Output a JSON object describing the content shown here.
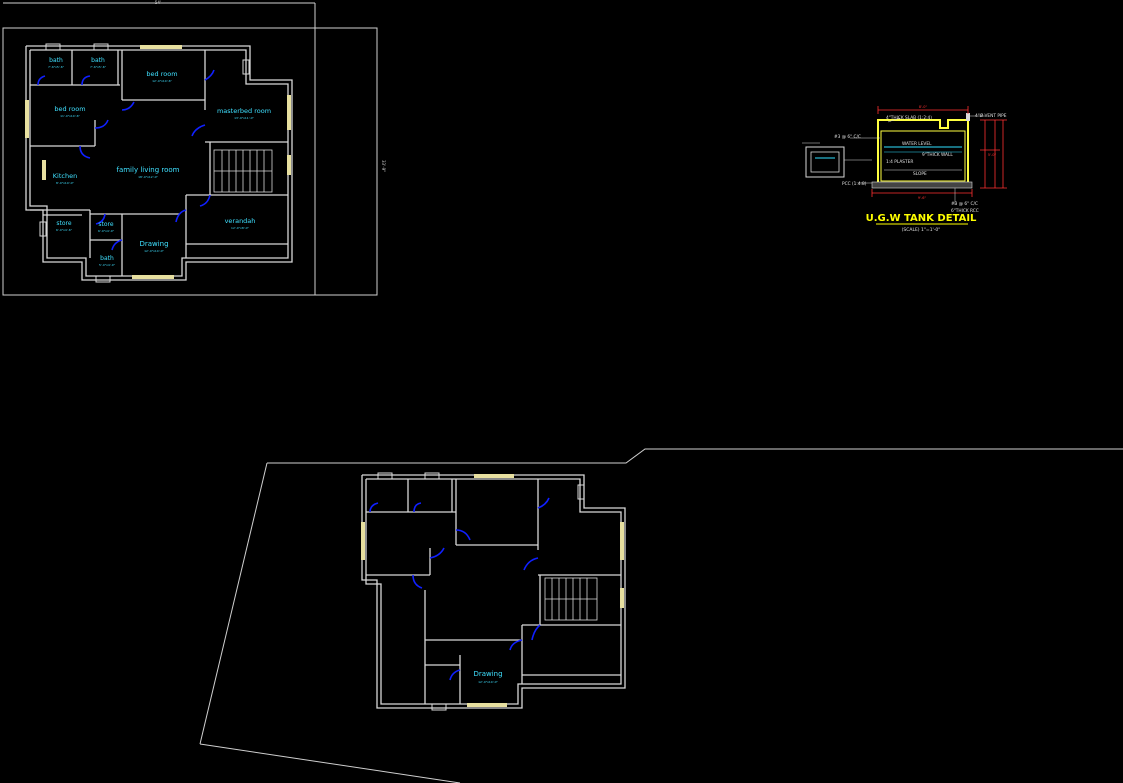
{
  "colors": {
    "background": "#000000",
    "wall": "#d8d8d8",
    "room_label": "#3fe0ff",
    "door": "#1020ff",
    "window": "#e8e0a0",
    "tank_wall": "#ffff40",
    "tank_dim": "#ff3030",
    "tank_water": "#30e0ff",
    "tank_title": "#ffff00"
  },
  "plan1": {
    "top_dim": "54'",
    "side_dim": "33'-9\"",
    "rooms": [
      {
        "id": "bath1",
        "name": "bath",
        "dim": "7'-6\"x5'-6\""
      },
      {
        "id": "bath2",
        "name": "bath",
        "dim": "7'-6\"x5'-6\""
      },
      {
        "id": "bedroom_top",
        "name": "bed room",
        "dim": "12'-0\"x10'-6\""
      },
      {
        "id": "bedroom_left",
        "name": "bed room",
        "dim": "11'-0\"x10'-6\""
      },
      {
        "id": "master",
        "name": "masterbed room",
        "dim": "13'-9\"x11'-0\""
      },
      {
        "id": "family",
        "name": "family living room",
        "dim": "18'-0\"x12'-0\""
      },
      {
        "id": "kitchen",
        "name": "Kitchen",
        "dim": "8'-0\"x10'-0\""
      },
      {
        "id": "store1",
        "name": "store",
        "dim": "6'-0\"x4'-6\""
      },
      {
        "id": "store2",
        "name": "store",
        "dim": "6'-0\"x4'-0\""
      },
      {
        "id": "drawing",
        "name": "Drawing",
        "dim": "12'-0\"x10'-0\""
      },
      {
        "id": "verandah",
        "name": "verandah",
        "dim": "12'-0\"x8'-0\""
      },
      {
        "id": "bath3",
        "name": "bath",
        "dim": "5'-0\"x4'-0\""
      }
    ]
  },
  "plan2": {
    "rooms": [
      {
        "id": "drawing",
        "name": "Drawing",
        "dim": "12'-0\"x10'-0\""
      }
    ]
  },
  "tank": {
    "title": "U.G.W TANK DETAIL",
    "scale": "(SCALE) 1\"=1'-0\"",
    "labels": {
      "top_slab": "4\"THICK SLAB (1:2:4)",
      "pipe": "4\"Ø VENT PIPE",
      "rebar_top": "#3 @ 6\" C/C",
      "water_level": "WATER LEVEL",
      "wall": "9\"THICK WALL",
      "plaster": "1:4 PLASTER",
      "slope": "SLOPE",
      "pcc": "PCC (1:4:8)",
      "rebar_bottom": "#3 @ 6\" C/C",
      "bottom_slab": "6\"THICK RCC",
      "width_top": "8'-0\"",
      "width_bottom": "9'-6\"",
      "height_dim": "5'-0\""
    }
  }
}
